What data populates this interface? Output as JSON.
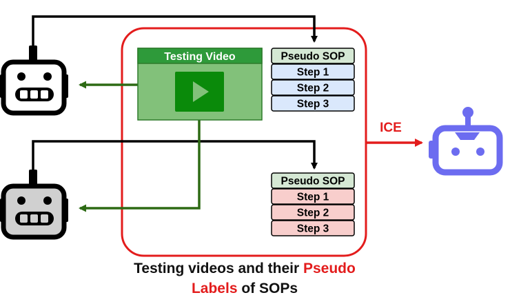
{
  "video_panel": {
    "title": "Testing Video",
    "play_icon": "play-icon"
  },
  "sop_lists": [
    {
      "header": "Pseudo SOP",
      "steps": [
        "Step 1",
        "Step 2",
        "Step 3"
      ],
      "step_color": "#dae8fc"
    },
    {
      "header": "Pseudo SOP",
      "steps": [
        "Step 1",
        "Step 2",
        "Step 3"
      ],
      "step_color": "#f8cecc"
    }
  ],
  "arrow_label": "ICE",
  "caption": {
    "part1": "Testing videos and their ",
    "highlight1": "Pseudo",
    "highlight2": "Labels",
    "part2": " of SOPs"
  },
  "robots": [
    {
      "icon": "robot-icon",
      "color": "#ffffff"
    },
    {
      "icon": "robot-icon",
      "color": "#d0d0d0"
    },
    {
      "icon": "robot-icon",
      "color": "#6c6cf0"
    }
  ],
  "colors": {
    "frame": "#e31c1c",
    "video_fill": "#82c17a",
    "video_title_fill": "#2e9a3a",
    "play_fill": "#0a8a0a",
    "green_arrow": "#2d6a14",
    "header_fill": "#d5e8d4",
    "black": "#000000",
    "robot_blue": "#6c6cf0"
  }
}
